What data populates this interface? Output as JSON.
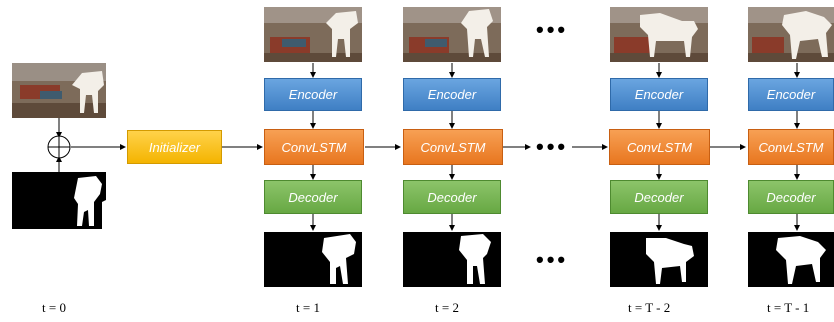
{
  "initializer_label": "Initializer",
  "encoder_label": "Encoder",
  "convlstm_label": "ConvLSTM",
  "decoder_label": "Decoder",
  "ellipsis": "•••",
  "time_labels": {
    "t0": "t = 0",
    "t1": "t = 1",
    "t2": "t = 2",
    "tT2": "t = T - 2",
    "tT1": "t = T - 1"
  },
  "colors": {
    "encoder": "#4a8bd1",
    "convlstm": "#f08a30",
    "decoder": "#74b24e",
    "initializer": "#f9c21a"
  },
  "icons": {
    "combine": "circle-plus-icon"
  }
}
